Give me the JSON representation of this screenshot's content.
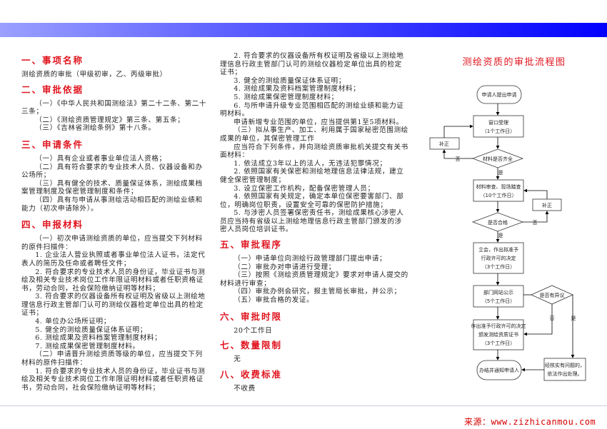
{
  "colors": {
    "accent": "#e0141e",
    "band": "#0000ff"
  },
  "col1": {
    "s1_title": "一、事项名称",
    "s1_body": "测绘资质的审批（甲级初审，乙、丙级审批）",
    "s2_title": "二、审批依据",
    "s2_items": [
      "（一）《中华人民共和国测绘法》第二十二条、第二十三条；",
      "（二）《测绘资质管理规定》第三条、第五条；",
      "（三）《吉林省测绘条例》第十八条。"
    ],
    "s3_title": "三、申请条件",
    "s3_items": [
      "（一）具有企业或者事业单位法人资格；",
      "（二）具有符合要求的专业技术人员、仪器设备和办公场所；",
      "（三）具有健全的技术、质量保证体系，测绘成果档案管理制度及保密管理制度和条件；",
      "（四）具有与申请从事测绘活动相匹配的测绘业绩和能力（初次申请除外）。"
    ],
    "s4_title": "四、申报材料",
    "s4_items": [
      "（一）初次申请测绘资质的单位，应当提交下列材料的原件扫描件：",
      "1. 企业法人营业执照或者事业单位法人证书，法定代表人的简历及任命或者聘任文件；",
      "2. 符合要求的专业技术人员的身份证，毕业证书与测绘及相关专业技术岗位工作年限证明材料或者任职资格证书，劳动合同，社会保险缴纳证明等材料；",
      "3. 符合要求的仪器设备所有权证明及省级以上测绘地理信息行政主管部门认可的测绘仪器检定单位出具的检定证书；",
      "4. 单位办公场所证明；",
      "5. 健全的测绘质量保证体系证明；",
      "6. 测绘成果及资料档案管理制度材料；",
      "7. 测绘成果保密管理制度材料。",
      "（二）申请晋升测绘资质等级的单位，应当提交下列材料的原件扫描件：",
      "1. 符合要求的专业技术人员的身份证，毕业证书与测绘及相关专业技术岗位工作年限证明材料或者任职资格证书，劳动合同，社会保险缴纳证明等材料；"
    ]
  },
  "col2": {
    "s4_cont": [
      "2. 符合要求的仪器设备所有权证明及省级以上测绘地理信息行政主管部门认可的测绘仪器检定单位出具的检定证书；",
      "3. 健全的测绘质量保证体系证明；",
      "4. 测绘成果及资料档案管理制度材料；",
      "5. 测绘成果保密管理制度材料；",
      "6. 与所申请升级专业范围相匹配的测绘业绩和能力证明材料。",
      "申请新增专业范围的单位，应当提供第1至5项材料。",
      "（三）拟从事生产、加工、利用属于国家秘密范围测绘成果的单位，其保密管理工作",
      "应当符合下列条件，并向测绘资质审批机关提交有关书面材料：",
      "1. 依法成立3年以上的法人，无违法犯罪情况；",
      "2. 依照国家有关保密和测绘地理信息法律法规，建立健全保密管理制度；",
      "3. 设立保密工作机构，配备保密管理人员；",
      "4. 依照国家有关规定，确定本单位保密要害部门、部位，明确岗位职责，设置安全可靠的保密防护措施；",
      "5. 与涉密人员签署保密责任书，测绘成果核心涉密人员应当持有省级以上测绘地理信息行政主管部门颁发的涉密人员岗位培训证书。"
    ],
    "s5_title": "五、审批程序",
    "s5_items": [
      "（一）申请单位向测绘行政管理部门提出申请；",
      "（二）审批办对申请进行受理；",
      "（三）按照《测绘资质管理规定》要求对申请人提交的材料进行审查；",
      "（四）审批办例会研究，报主管局长审批，并公示；",
      "（五）审批合格的发证。"
    ],
    "s6_title": "六、审批时限",
    "s6_body": "20个工作日",
    "s7_title": "七、数量限制",
    "s7_body": "无",
    "s8_title": "八、收费标准",
    "s8_body": "不收费"
  },
  "flow": {
    "title": "测绘资质的审批流程图",
    "start": "申请人提出申请",
    "accept": [
      "窗口受理",
      "（1个工作日）"
    ],
    "fix1": "补正",
    "check1": "材料是否齐全",
    "review": [
      "材料审查、现场踏查",
      "（10个工作日）"
    ],
    "fix2": "补正",
    "check2": "是否合格",
    "decide": [
      "立会，作出拟准予",
      "行政许可的决定",
      "（3个工作日）"
    ],
    "publicize": [
      "部门网站公示",
      "（5个工作日）"
    ],
    "objection": "是否有异议",
    "issue": [
      "作出准予行政许可的决定",
      "颁发测绘资质证书",
      "（3个工作日）"
    ],
    "finish": "办结并通知申请人",
    "handle": [
      "经核实有问题的，",
      "依法作出处理。"
    ],
    "yes": "是",
    "no": "否"
  },
  "footer": "来源：www.zizhicanmou.com"
}
